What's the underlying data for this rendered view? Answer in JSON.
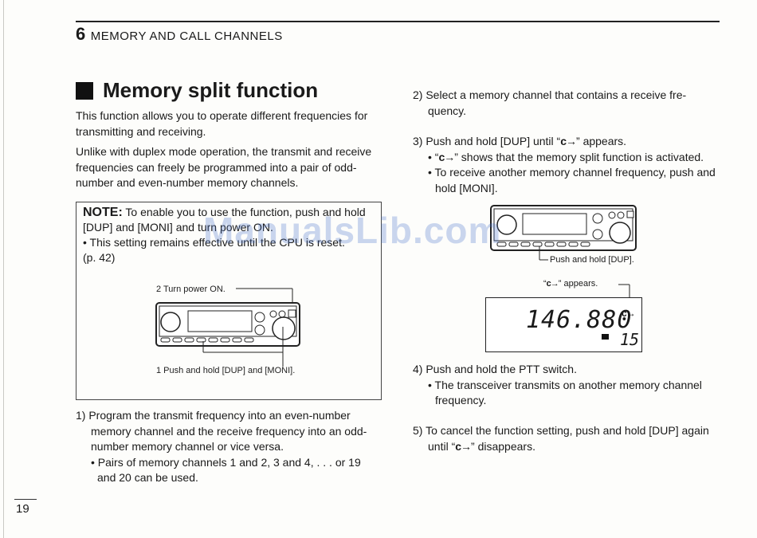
{
  "header": {
    "chapter_number": "6",
    "chapter_title": "MEMORY AND CALL CHANNELS"
  },
  "section": {
    "title": "Memory split function"
  },
  "intro": {
    "p1_l1": "This function allows you to operate different frequencies for",
    "p1_l2": "transmitting and receiving.",
    "p2_l1": "Unlike with duplex mode operation, the transmit and receive",
    "p2_l2": "frequencies can freely be programmed into a pair of odd-",
    "p2_l3": "number and even-number memory channels."
  },
  "note": {
    "label": "NOTE:",
    "l1": "To enable you to use the function, push and hold",
    "l2": "[DUP] and [MONI] and turn power ON.",
    "l3": "• This setting remains effective until the CPU is reset.",
    "l4": "(p. 42)",
    "callout_power": "2  Turn power ON.",
    "callout_buttons": "1  Push and hold [DUP] and [MONI]."
  },
  "steps_left": {
    "s1_l1": "1) Program the transmit frequency into an even-number",
    "s1_l2": "memory channel and the receive frequency into an odd-",
    "s1_l3": "number memory channel or vice versa.",
    "s1_b1": "• Pairs of memory channels 1 and 2, 3 and 4, . . . or 19",
    "s1_b2": "and 20 can be used."
  },
  "steps_right": {
    "s2_l1": "2) Select a memory channel that contains a receive fre-",
    "s2_l2": "quency.",
    "s3_pre": "3) Push and hold [DUP] until “",
    "s3_post": "” appears.",
    "s3_b1_pre": "• “",
    "s3_b1_post": "” shows that the memory split function is activated.",
    "s3_b2_l1": "• To receive another memory channel frequency, push and",
    "s3_b2_l2": "hold [MONI].",
    "callout_hold_dup": "Push and hold [DUP].",
    "callout_appears_pre": "“",
    "callout_appears_post": "” appears.",
    "display_freq": "146.880",
    "display_ch": "15",
    "s4_l1": "4) Push and hold the PTT switch.",
    "s4_b1": "• The transceiver transmits on another memory channel",
    "s4_b2": "frequency.",
    "s5_l1": "5) To cancel the function setting, push and hold [DUP] again",
    "s5_pre": "until “",
    "s5_post": "” disappears."
  },
  "symbol": "c→",
  "icons": {
    "split_symbol": "memory-split-icon"
  },
  "watermark": "ManualsLib.com",
  "page_number": "19"
}
